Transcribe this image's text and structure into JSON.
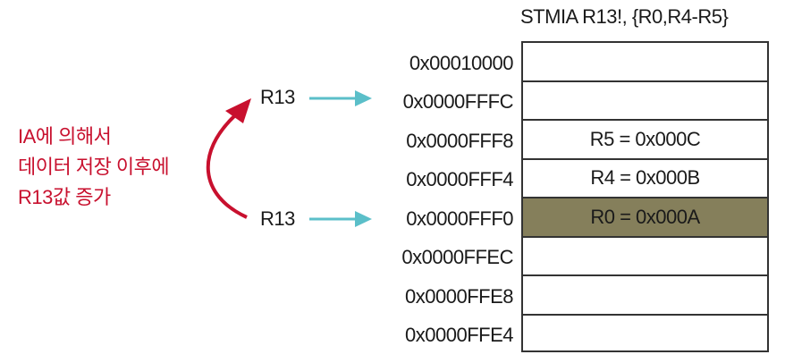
{
  "instruction": "STMIA R13!, {R0,R4-R5}",
  "addresses": [
    "0x00010000",
    "0x0000FFFC",
    "0x0000FFF8",
    "0x0000FFF4",
    "0x0000FFF0",
    "0x0000FFEC",
    "0x0000FFE8",
    "0x0000FFE4"
  ],
  "cells": [
    "",
    "",
    "R5 = 0x000C",
    "R4 = 0x000B",
    "R0 = 0x000A",
    "",
    "",
    ""
  ],
  "highlight_color": "#857f5b",
  "pointer_after": "R13",
  "pointer_before": "R13",
  "arrow_color": "#5bbfc9",
  "note_color": "#c8102e",
  "note_lines": [
    "IA에 의해서",
    "데이터 저장 이후에",
    "R13값 증가"
  ]
}
